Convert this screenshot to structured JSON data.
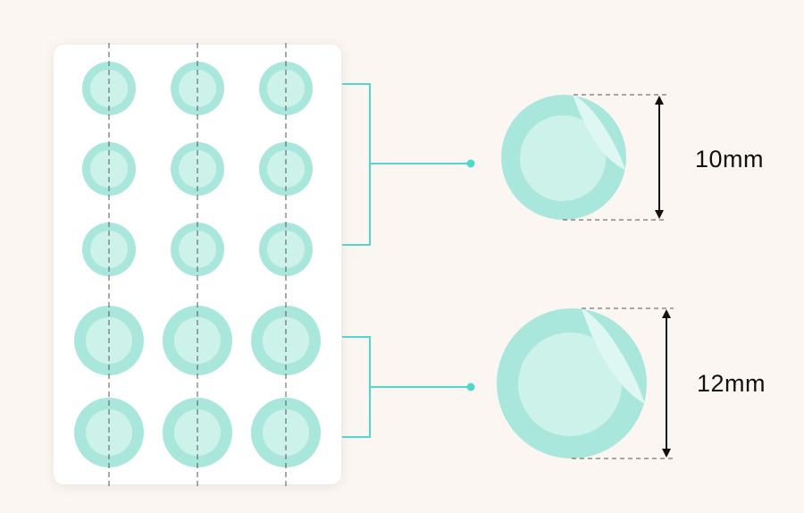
{
  "colors": {
    "background": "#fbf6f2",
    "sheet": "#ffffff",
    "patch_outer": "#a9e7dc",
    "patch_inner": "#cdf2ea",
    "patch_peel": "#def7f2",
    "connector": "#4fd8cc",
    "dashed_guide": "#555555",
    "arrow": "#111111"
  },
  "sheet": {
    "rows": 5,
    "columns": 3,
    "small_rows": 3,
    "large_rows": 2
  },
  "sizes": {
    "small": {
      "label": "10mm",
      "value_mm": 10
    },
    "large": {
      "label": "12mm",
      "value_mm": 12
    }
  }
}
